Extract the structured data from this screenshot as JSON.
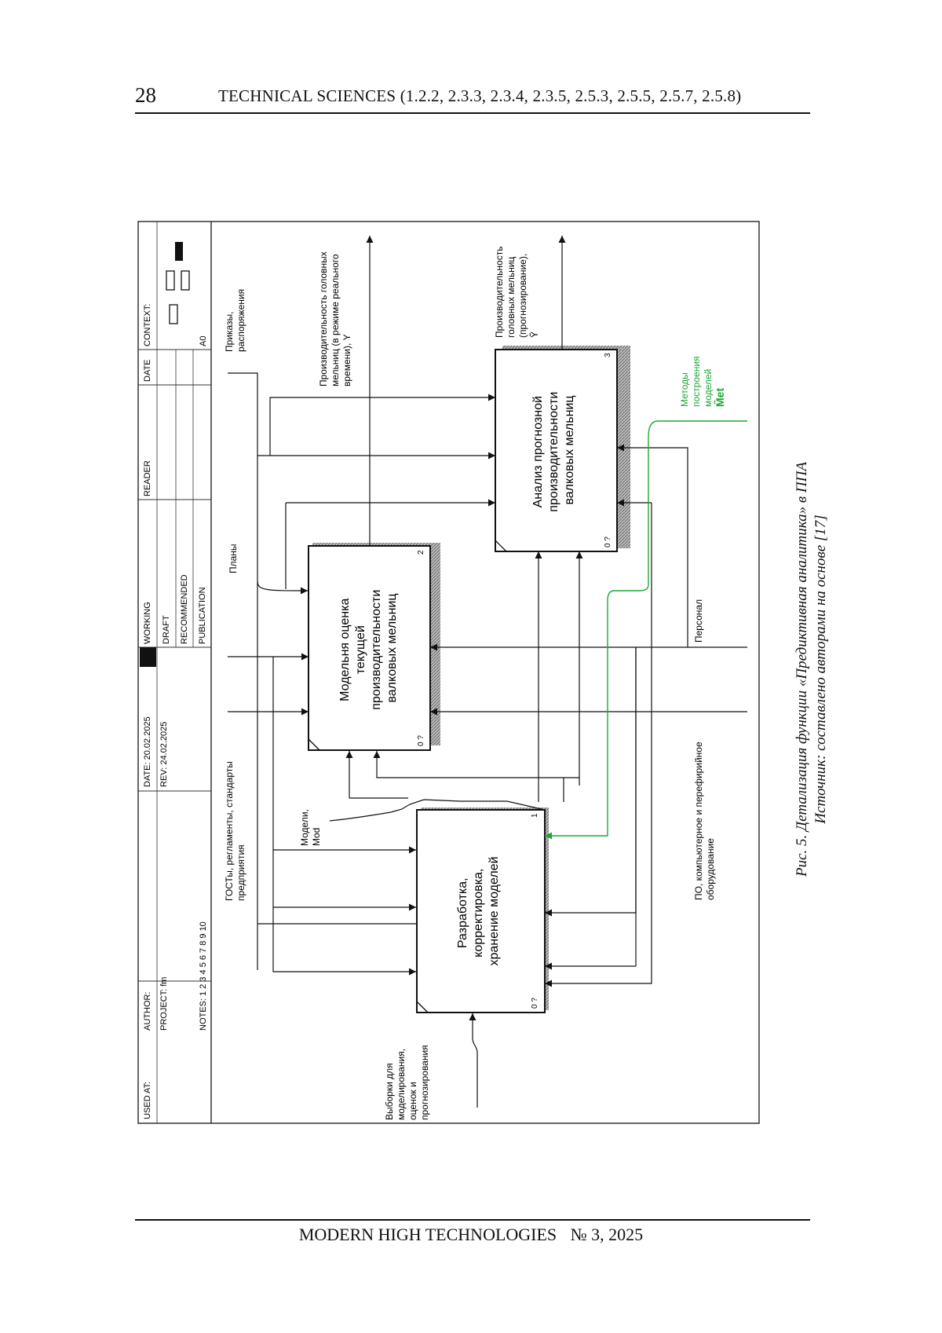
{
  "header": {
    "page_number": "28",
    "running_title": "TECHNICAL SCIENCES (1.2.2, 2.3.3, 2.3.4, 2.3.5, 2.5.3, 2.5.5, 2.5.7, 2.5.8)"
  },
  "frame": {
    "used_at": "USED AT:",
    "author": "AUTHOR:",
    "project": "PROJECT:  fm",
    "notes": "NOTES:  1  2  3  4  5  6  7  8  9  10",
    "date": "DATE:   20.02.2025",
    "rev": "REV:      24.02.2025",
    "working": "WORKING",
    "draft": "DRAFT",
    "recommended": "RECOMMENDED",
    "publication": "PUBLICATION",
    "reader": "READER",
    "date2": "DATE",
    "context": "CONTEXT:",
    "node": "A0"
  },
  "boxes": [
    {
      "lines": [
        "Разработка,",
        "корректировка,",
        "хранение моделей"
      ],
      "number": "1",
      "cost": "0 ?"
    },
    {
      "lines": [
        "Модельня оценка",
        "текущей",
        "производительности",
        "валковых мельниц"
      ],
      "number": "2",
      "cost": "0 ?"
    },
    {
      "lines": [
        "Анализ прогнозной",
        "производительности",
        "валковых мельниц"
      ],
      "number": "3",
      "cost": "0 ?"
    }
  ],
  "arrows": {
    "samples": [
      "Выборки для",
      "моделирования,",
      "оценок и",
      "прогнозирования"
    ],
    "gosts": [
      "ГОСТы, регламенты, стандарты",
      "предприятия"
    ],
    "plans": [
      "Планы"
    ],
    "orders": [
      "Приказы,",
      "распоряжения"
    ],
    "models": [
      "Модели,",
      "Mod"
    ],
    "output_realtime": [
      "Производительность головных",
      "мельниц (в режиме реального",
      "времени), Y"
    ],
    "output_forecast": [
      "Производительность",
      "головных мельниц",
      "(прогнозирование),",
      "Ỹ"
    ],
    "methods": [
      "Методы",
      "построения",
      "моделей",
      "M̃et"
    ],
    "software": [
      "ПО, компьютерное и перефирийное",
      "оборудование"
    ],
    "personnel": [
      "Персонал"
    ]
  },
  "colors": {
    "line": "#111111",
    "methods_arrow": "#1aa832",
    "shadow": "#8a8a8a"
  },
  "caption": {
    "line1": "Рис. 5. Детализация функции «Предиктивная аналитика» в ППА",
    "line2": "Источник: составлено авторами на основе [17]"
  },
  "footer": {
    "journal": "MODERN HIGH TECHNOLOGIES",
    "issue": "№ 3, 2025"
  }
}
